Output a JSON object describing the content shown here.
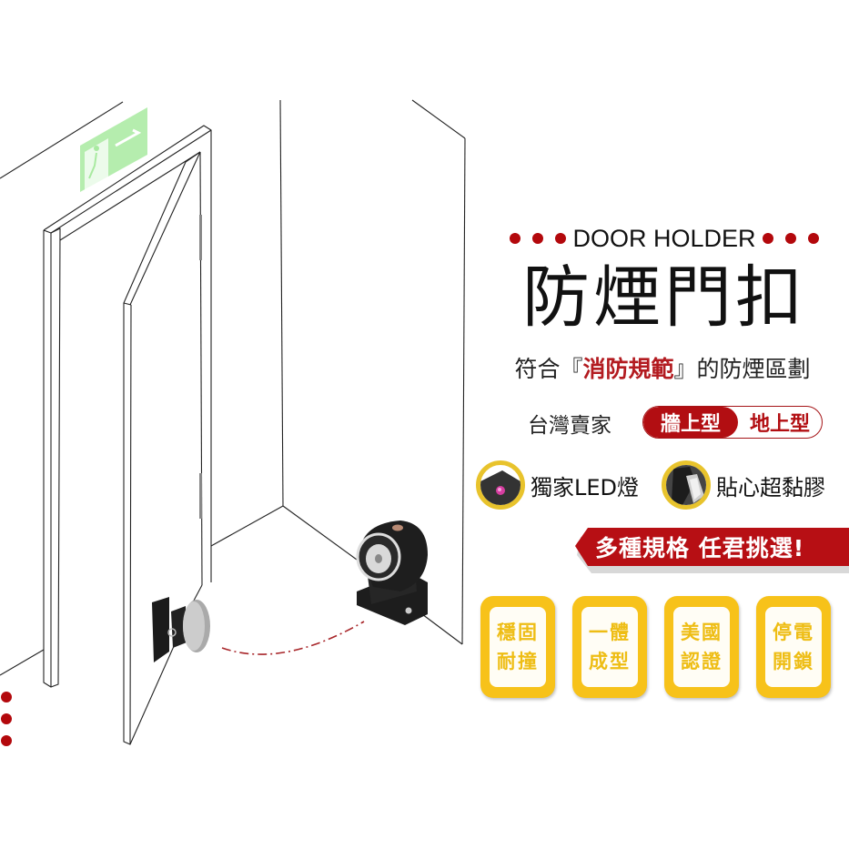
{
  "colors": {
    "brand_red": "#b20e12",
    "badge_yellow": "#f7c21a",
    "badge_text": "#eebd14",
    "exit_sign_green": "#a8eaa0"
  },
  "header": {
    "eyebrow": "DOOR HOLDER",
    "title": "防煙門扣",
    "subtitle_prefix": "符合『",
    "subtitle_highlight": "消防規範",
    "subtitle_suffix": "』的防煙區劃"
  },
  "seller": {
    "label": "台灣賣家",
    "types": [
      {
        "label": "牆上型",
        "selected": true
      },
      {
        "label": "地上型",
        "selected": false
      }
    ]
  },
  "features": [
    {
      "icon": "led-light-icon",
      "label": "獨家LED燈"
    },
    {
      "icon": "adhesive-pad-icon",
      "label": "貼心超黏膠"
    }
  ],
  "banner": {
    "text": "多種規格 任君挑選!"
  },
  "badges": [
    {
      "line1": "穩固",
      "line2": "耐撞"
    },
    {
      "line1": "一體",
      "line2": "成型"
    },
    {
      "line1": "美國",
      "line2": "認證"
    },
    {
      "line1": "停電",
      "line2": "開鎖"
    }
  ],
  "illustration": {
    "exit_sign": "emergency-exit-sign",
    "products": [
      "wall-mounted-magnetic-holder",
      "door-armature-plate"
    ]
  }
}
